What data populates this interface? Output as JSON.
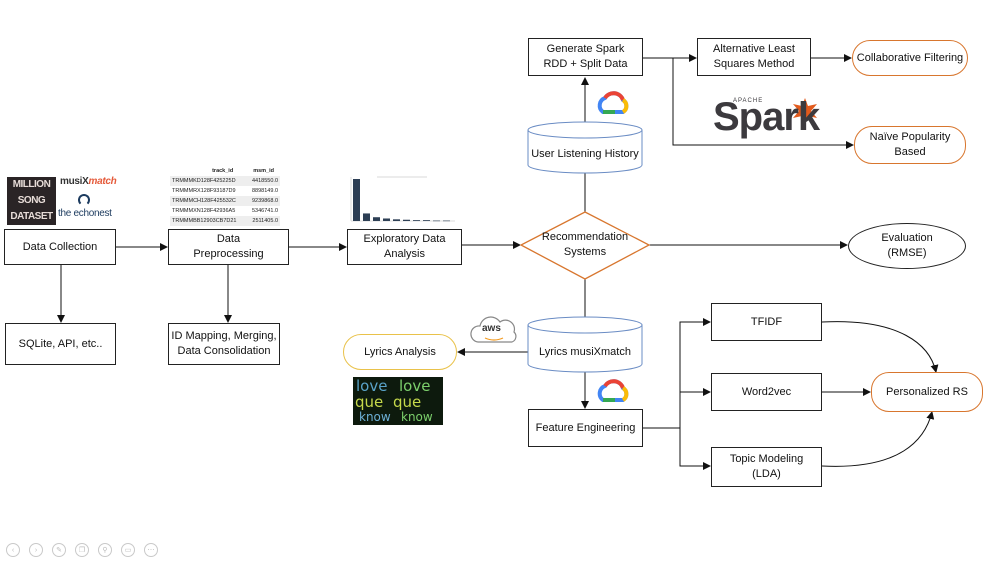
{
  "nodes": {
    "data_collection": "Data Collection",
    "sqlite_api": "SQLite, API, etc..",
    "data_preprocessing": "Data\nPreprocessing",
    "id_mapping": "ID Mapping, Merging,\nData Consolidation",
    "eda": "Exploratory Data\nAnalysis",
    "recommendation_systems": "Recommendation\nSystems",
    "evaluation": "Evaluation\n(RMSE)",
    "user_listening_history": "User Listening History",
    "generate_spark": "Generate Spark\nRDD + Split Data",
    "als": "Alternative Least\nSquares Method",
    "collaborative_filtering": "Collaborative Filtering",
    "naive_popularity": "Naïve Popularity\nBased",
    "lyrics_musixmatch": "Lyrics musiXmatch",
    "lyrics_analysis": "Lyrics Analysis",
    "feature_engineering": "Feature Engineering",
    "tfidf": "TFIDF",
    "word2vec": "Word2vec",
    "topic_modeling": "Topic Modeling\n(LDA)",
    "personalized_rs": "Personalized RS"
  },
  "logos": {
    "million_song": [
      "MILLION",
      "SONG",
      "DATASET"
    ],
    "musixmatch_prefix": "musiX",
    "musixmatch_suffix": "match",
    "echonest": "the echonest",
    "spark_prefix": "APACHE",
    "spark": "Spark",
    "aws": "aws",
    "gcp_icon": "google-cloud-icon"
  },
  "preview_table": {
    "headers": [
      "track_id",
      "msm_id"
    ],
    "rows": [
      [
        "TRMMMKD128F425225D",
        "4418550.0"
      ],
      [
        "TRMMMRX128F93187D9",
        "8898149.0"
      ],
      [
        "TRMMMCH128F425532C",
        "9239868.0"
      ],
      [
        "TRMMMXN128F42936A5",
        "5346741.0"
      ],
      [
        "TRMMMBB12903CB7D21",
        "2511405.0"
      ]
    ]
  },
  "eda_thumbnail": {
    "values": [
      100,
      18,
      9,
      6,
      4,
      3,
      2,
      2,
      1,
      1
    ]
  },
  "wordcloud_words": [
    "love",
    "love",
    "que",
    "que",
    "know",
    "know"
  ],
  "colors": {
    "orange_accent": "#d8762e",
    "yellow_accent": "#e9c24a",
    "line": "#111111"
  }
}
